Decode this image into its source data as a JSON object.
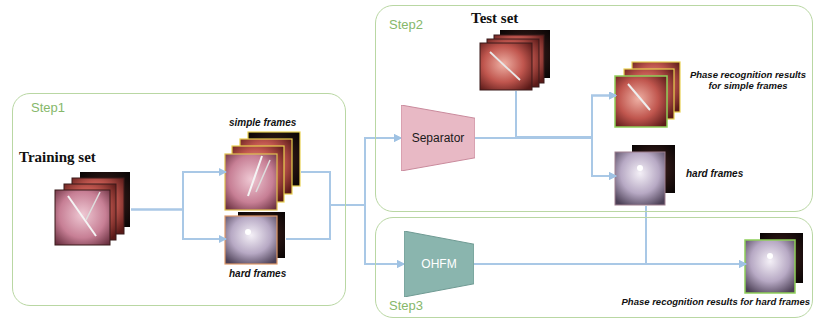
{
  "diagram": {
    "nodes": [
      {
        "text": [
          "Step1"
        ]
      },
      {
        "text": [
          "Training set"
        ],
        "in": 0
      },
      {
        "text": [
          "simple frames"
        ],
        "in": 0
      },
      {
        "text": [
          "hard frames"
        ],
        "in": 0
      },
      {
        "text": [
          "Step2"
        ]
      },
      {
        "text": [
          "Test set"
        ],
        "in": 4
      },
      {
        "text": [
          "Separator"
        ],
        "in": 4
      },
      {
        "text": [
          "Phase recognition results for simple frames"
        ],
        "in": 4
      },
      {
        "text": [
          "hard frames"
        ],
        "in": 4
      },
      {
        "text": [
          "Step3"
        ]
      },
      {
        "text": [
          "OHFM"
        ],
        "in": 9
      },
      {
        "text": [
          "Phase recognition results for hard frames"
        ],
        "in": 9
      }
    ],
    "edges": [
      {
        "from": 1,
        "to": 2,
        "arrow": "to"
      },
      {
        "from": 1,
        "to": 3,
        "arrow": "to"
      },
      {
        "from": 2,
        "to": 6,
        "arrow": "to"
      },
      {
        "from": 3,
        "to": 6,
        "arrow": "to"
      },
      {
        "from": 2,
        "to": 10,
        "arrow": "to"
      },
      {
        "from": 3,
        "to": 10,
        "arrow": "to"
      },
      {
        "from": 5,
        "to": 7,
        "arrow": "to"
      },
      {
        "from": 5,
        "to": 8,
        "arrow": "to"
      },
      {
        "from": 6,
        "to": 7,
        "arrow": "to"
      },
      {
        "from": 6,
        "to": 8,
        "arrow": "to"
      },
      {
        "from": 10,
        "to": 11,
        "arrow": "to"
      },
      {
        "from": 8,
        "to": 11,
        "arrow": "to"
      }
    ]
  }
}
